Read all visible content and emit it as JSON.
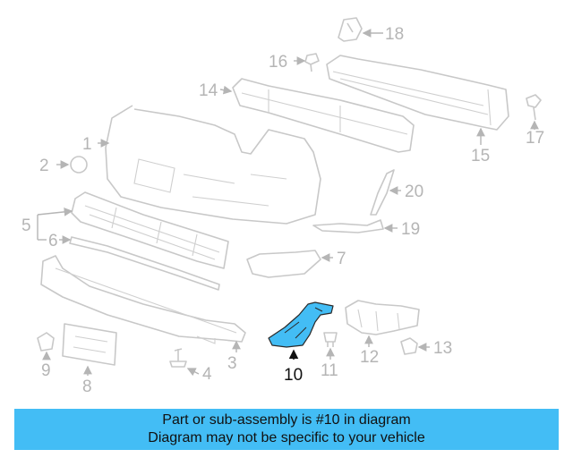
{
  "diagram": {
    "highlighted_part": "10",
    "callouts": {
      "c1": "1",
      "c2": "2",
      "c3": "3",
      "c4": "4",
      "c5": "5",
      "c6": "6",
      "c7": "7",
      "c8": "8",
      "c9": "9",
      "c10": "10",
      "c11": "11",
      "c12": "12",
      "c13": "13",
      "c14": "14",
      "c15": "15",
      "c16": "16",
      "c17": "17",
      "c18": "18",
      "c19": "19",
      "c20": "20"
    }
  },
  "banner": {
    "line1": "Part or sub-assembly is #10 in diagram",
    "line2": "Diagram may not be specific to your vehicle"
  },
  "colors": {
    "highlight": "#43bdf5",
    "banner_bg": "#43bdf5",
    "part_outline": "#c8c8c8"
  }
}
